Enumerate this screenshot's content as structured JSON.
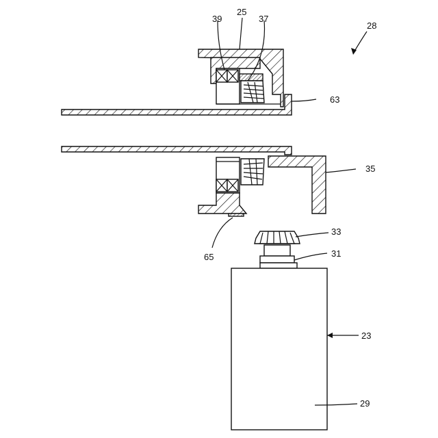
{
  "labels": {
    "ref_28": "28",
    "ref_25": "25",
    "ref_39": "39",
    "ref_37": "37",
    "ref_63": "63",
    "ref_35": "35",
    "ref_65": "65",
    "ref_33": "33",
    "ref_31": "31",
    "ref_23": "23",
    "ref_29": "29"
  },
  "colors": {
    "line": "#111111",
    "background": "#ffffff"
  }
}
